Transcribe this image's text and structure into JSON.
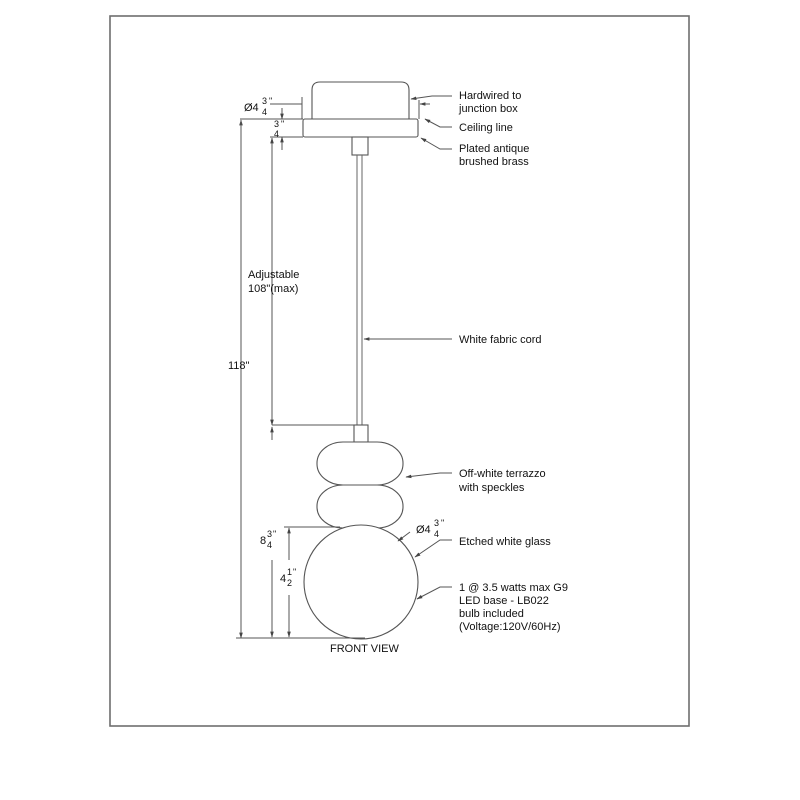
{
  "drawing": {
    "view_title": "FRONT VIEW",
    "colors": {
      "line": "#555555",
      "frame": "#6e6e6e",
      "text": "#111111",
      "background": "#ffffff"
    }
  },
  "callouts": {
    "hardwired": [
      "Hardwired to",
      "junction box"
    ],
    "ceiling": "Ceiling line",
    "plated": [
      "Plated antique",
      "brushed brass"
    ],
    "cord": "White fabric cord",
    "terrazzo": [
      "Off-white terrazzo",
      "with speckles"
    ],
    "glass": "Etched white glass",
    "bulb": [
      "1 @ 3.5 watts max G9",
      "LED base - LB022",
      "bulb included",
      "(Voltage:120V/60Hz)"
    ]
  },
  "dimensions": {
    "canopy_diameter": {
      "whole": "Ø4",
      "num": "3",
      "den": "4",
      "unit": "\""
    },
    "canopy_height": {
      "whole": "",
      "num": "3",
      "den": "4",
      "unit": "\""
    },
    "adjustable": [
      "Adjustable",
      "108\"(max)"
    ],
    "overall_height": "118\"",
    "body_height": {
      "whole": "8",
      "num": "3",
      "den": "4",
      "unit": "\""
    },
    "globe_height": {
      "whole": "4",
      "num": "1",
      "den": "2",
      "unit": "\""
    },
    "globe_diameter": {
      "whole": "Ø4",
      "num": "3",
      "den": "4",
      "unit": "\""
    }
  }
}
